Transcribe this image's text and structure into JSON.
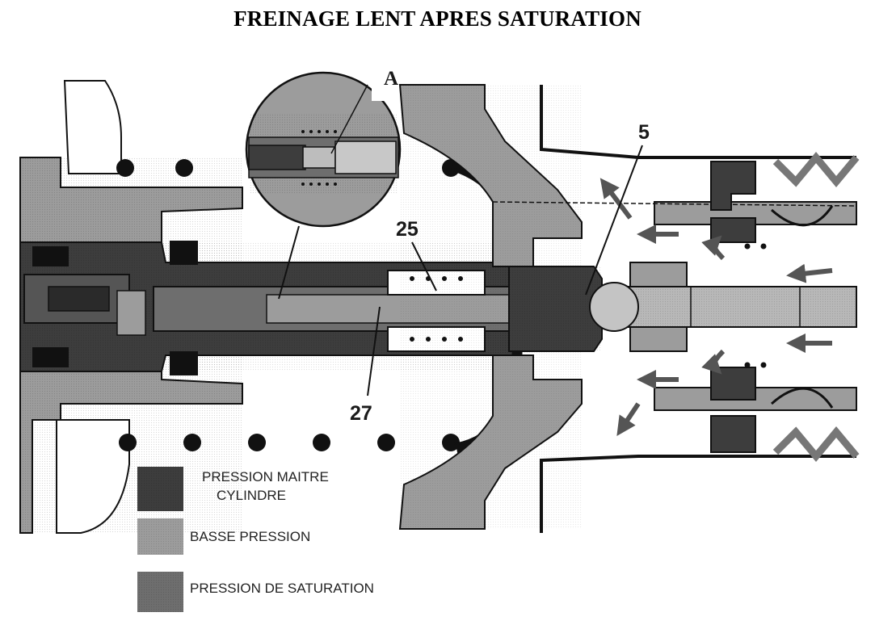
{
  "title": "FREINAGE LENT APRES SATURATION",
  "colors": {
    "pression_maitre_cylindre": "#3d3d3d",
    "basse_pression": "#9c9c9c",
    "pression_de_saturation": "#6e6e6e",
    "outline": "#111111",
    "arrow": "#555555"
  },
  "callouts": {
    "detail": "A",
    "part_5": "5",
    "part_25": "25",
    "part_27": "27"
  },
  "legend": [
    {
      "line1": "PRESSION MAITRE",
      "line2": "CYLINDRE",
      "color": "#3d3d3d"
    },
    {
      "line1": "BASSE PRESSION",
      "line2": "",
      "color": "#9c9c9c"
    },
    {
      "line1": "PRESSION DE SATURATION",
      "line2": "",
      "color": "#6e6e6e"
    }
  ]
}
